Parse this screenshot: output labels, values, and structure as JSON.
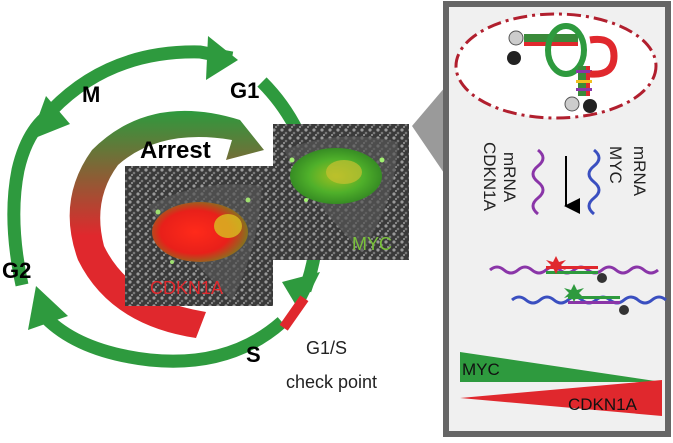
{
  "cycle": {
    "phases": {
      "m": "M",
      "g1": "G1",
      "g2": "G2",
      "s": "S"
    },
    "arrest": "Arrest",
    "checkpoint_line1": "G1/S",
    "checkpoint_line2": "check point"
  },
  "cells": {
    "left_label": "CDKN1A",
    "right_label": "MYC"
  },
  "panel": {
    "mrna_left_line1": "CDKN1A",
    "mrna_left_line2": "mRNA",
    "mrna_right_line1": "MYC",
    "mrna_right_line2": "mRNA",
    "gradient_top": "MYC",
    "gradient_bottom": "CDKN1A"
  },
  "colors": {
    "green": "#2e9a3e",
    "red": "#e0282d",
    "purple": "#8a35a8",
    "blue": "#3a4fc0",
    "dark_red_dash": "#b11f2e",
    "panel_border": "#666666",
    "panel_bg": "#f0f0f0"
  }
}
